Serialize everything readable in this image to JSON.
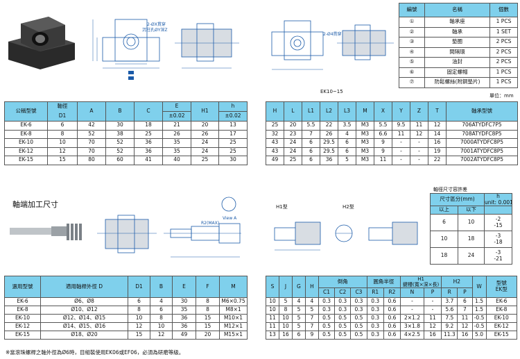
{
  "parts_table": {
    "headers": [
      "編號",
      "名稱",
      "個數"
    ],
    "rows": [
      [
        "①",
        "軸承座",
        "1 PCS"
      ],
      [
        "②",
        "軸承",
        "1 SET"
      ],
      [
        "③",
        "墊圈",
        "2 PCS"
      ],
      [
        "④",
        "間隔環",
        "2 PCS"
      ],
      [
        "⑤",
        "油封",
        "2 PCS"
      ],
      [
        "⑥",
        "固定螺帽",
        "1 PCS"
      ],
      [
        "⑦",
        "防鬆螺絲(附銅墊片)",
        "1 PCS"
      ]
    ]
  },
  "drawing_notes": {
    "note1": "2-ØX貫穿",
    "note2": "沉柱孔ØY深Z",
    "note3": "2-Ø4貫穿",
    "series_caption": "EK10~15",
    "unit": "單位：mm"
  },
  "dim_table1": {
    "h_model": "公稱型號",
    "h_d1": "軸徑",
    "h_d1b": "D1",
    "h_a": "A",
    "h_b": "B",
    "h_c": "C",
    "h_e": "E",
    "h_e_tol": "±0.02",
    "h_h1": "H1",
    "h_h": "h",
    "h_h_tol": "±0.02",
    "rows": [
      [
        "EK-6",
        "6",
        "42",
        "30",
        "18",
        "21",
        "20",
        "13"
      ],
      [
        "EK-8",
        "8",
        "52",
        "38",
        "25",
        "26",
        "26",
        "17"
      ],
      [
        "EK-10",
        "10",
        "70",
        "52",
        "36",
        "35",
        "24",
        "25"
      ],
      [
        "EK-12",
        "12",
        "70",
        "52",
        "36",
        "35",
        "24",
        "25"
      ],
      [
        "EK-15",
        "15",
        "80",
        "60",
        "41",
        "40",
        "25",
        "30"
      ]
    ]
  },
  "dim_table2": {
    "headers": [
      "H",
      "L",
      "L1",
      "L2",
      "L3",
      "M",
      "X",
      "Y",
      "Z",
      "T",
      "軸承型號"
    ],
    "rows": [
      [
        "25",
        "20",
        "5.5",
        "22",
        "3.5",
        "M3",
        "5.5",
        "9.5",
        "11",
        "12",
        "706ATYDFC7P5"
      ],
      [
        "32",
        "23",
        "7",
        "26",
        "4",
        "M3",
        "6.6",
        "11",
        "12",
        "14",
        "708ATYDFC8P5"
      ],
      [
        "43",
        "24",
        "6",
        "29.5",
        "6",
        "M3",
        "9",
        "-",
        "-",
        "16",
        "7000ATYDFC8P5"
      ],
      [
        "43",
        "24",
        "6",
        "29.5",
        "6",
        "M3",
        "9",
        "-",
        "-",
        "19",
        "7001ATYDFC8P5"
      ],
      [
        "49",
        "25",
        "6",
        "36",
        "5",
        "M3",
        "11",
        "-",
        "-",
        "22",
        "7002ATYDFC8P5"
      ]
    ]
  },
  "shaft_section": {
    "title": "軸端加工尺寸",
    "h1": "H1型",
    "h2": "H2型",
    "view_a": "View A",
    "r2": "R2(MAX)"
  },
  "tol_table": {
    "title": "軸徑尺寸容許差",
    "h_range": "尺寸區分(mm)",
    "h_unit": "h",
    "h_unit2": "unit: 0.001",
    "h_above": "以上",
    "h_below": "以下",
    "rows": [
      [
        "6",
        "10",
        "-2",
        "-15"
      ],
      [
        "10",
        "18",
        "-3",
        "-18"
      ],
      [
        "18",
        "24",
        "-3",
        "-21"
      ]
    ]
  },
  "sel_table1": {
    "headers": [
      "選用型號",
      "適用軸桿外徑 D",
      "D1",
      "B",
      "E",
      "F",
      "M"
    ],
    "rows": [
      [
        "EK-6",
        "Ø6、Ø8",
        "6",
        "4",
        "30",
        "8",
        "M6×0.75"
      ],
      [
        "EK-8",
        "Ø10、Ø12",
        "8",
        "6",
        "35",
        "8",
        "M8×1"
      ],
      [
        "EK-10",
        "Ø12、Ø14、Ø15",
        "10",
        "8",
        "36",
        "15",
        "M10×1"
      ],
      [
        "EK-12",
        "Ø14、Ø15、Ø16",
        "12",
        "10",
        "36",
        "15",
        "M12×1"
      ],
      [
        "EK-15",
        "Ø18、Ø20",
        "15",
        "12",
        "49",
        "20",
        "M15×1"
      ]
    ]
  },
  "sel_table2": {
    "h_s": "S",
    "h_j": "J",
    "h_g": "G",
    "h_h": "H",
    "h_chamfer": "倒角",
    "h_round": "圓角半徑",
    "h_key": "鍵槽(寬×深×長)",
    "h_key_h1": "H1",
    "h_h2": "H2",
    "h_w": "W",
    "h_model": "型號",
    "h_model2": "EK型",
    "sub": [
      "C1",
      "C2",
      "C3",
      "R1",
      "R2",
      "N",
      "P",
      "R",
      "P"
    ],
    "rows": [
      [
        "10",
        "5",
        "4",
        "4",
        "0.3",
        "0.3",
        "0.3",
        "0.3",
        "0.6",
        "-",
        "-",
        "3.7",
        "6",
        "1.5",
        "EK-6"
      ],
      [
        "10",
        "8",
        "5",
        "5",
        "0.3",
        "0.3",
        "0.3",
        "0.3",
        "0.6",
        "-",
        "-",
        "5.6",
        "7",
        "1.5",
        "EK-8"
      ],
      [
        "11",
        "10",
        "5",
        "7",
        "0.5",
        "0.5",
        "0.5",
        "0.3",
        "0.6",
        "2×1.2",
        "11",
        "7.5",
        "11",
        "-0.5",
        "EK-10"
      ],
      [
        "11",
        "10",
        "5",
        "7",
        "0.5",
        "0.5",
        "0.5",
        "0.3",
        "0.6",
        "3×1.8",
        "12",
        "9.2",
        "12",
        "-0.5",
        "EK-12"
      ],
      [
        "13",
        "16",
        "6",
        "9",
        "0.5",
        "0.5",
        "0.5",
        "0.3",
        "0.6",
        "4×2.5",
        "16",
        "11.3",
        "16",
        "5.0",
        "EK-15"
      ]
    ]
  },
  "footnote": "※當滾珠螺桿之軸外徑為Ø6時，目組裝使用EK06或EF06，必須為研磨等級。"
}
